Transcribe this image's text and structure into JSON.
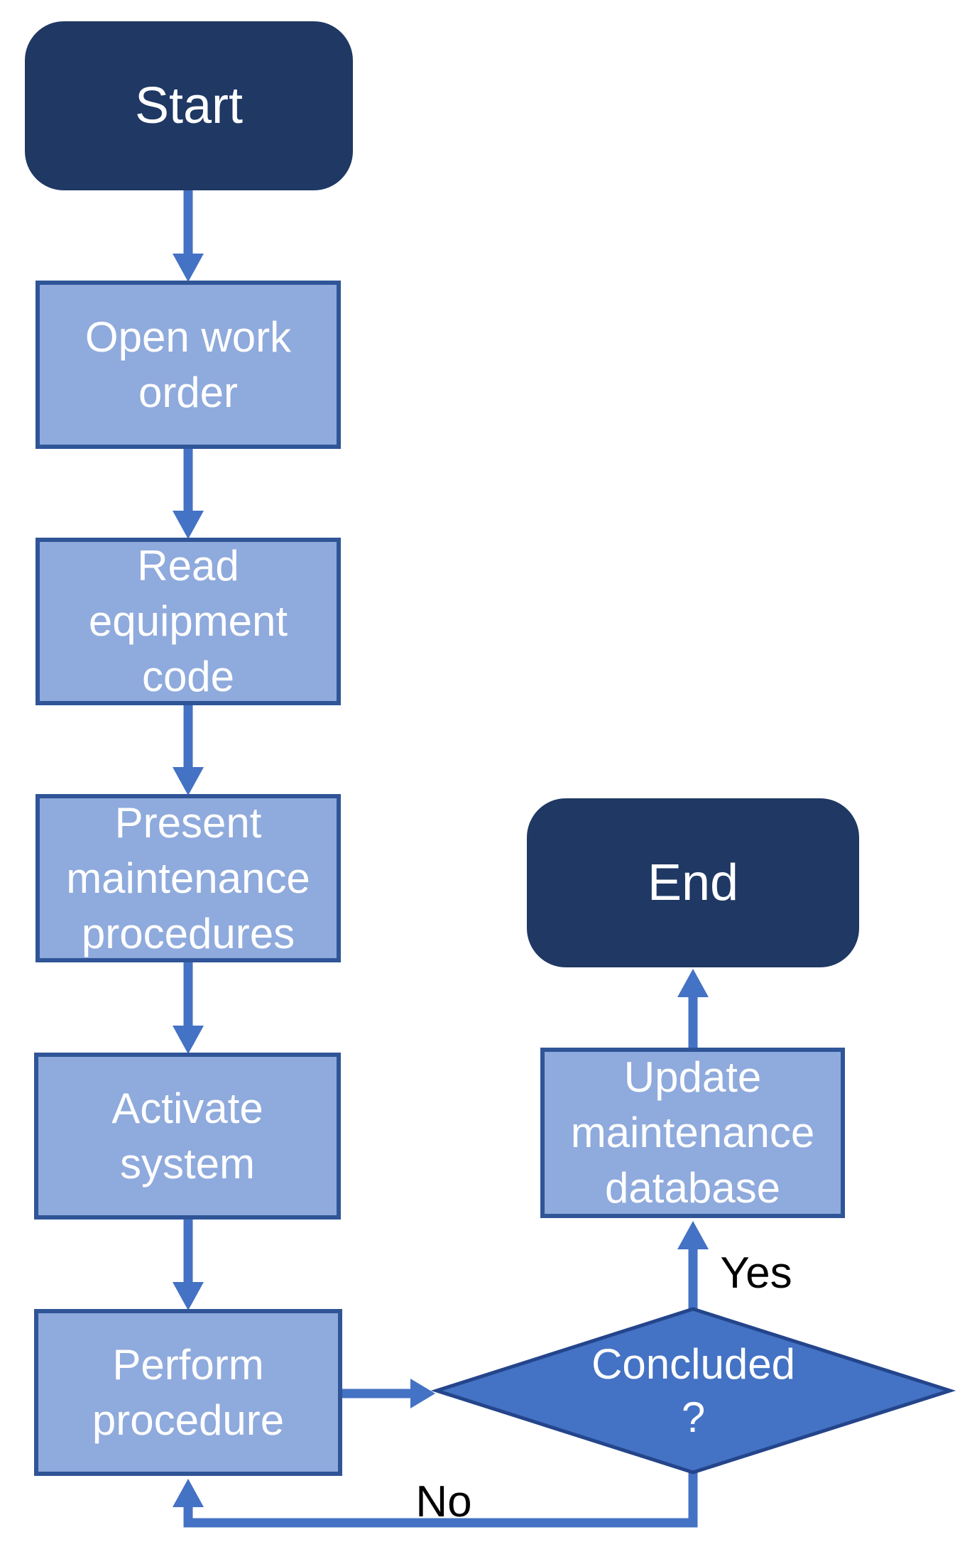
{
  "nodes": {
    "start": {
      "label": "Start",
      "type": "terminal"
    },
    "open_work_order": {
      "label": "Open work\norder",
      "type": "process"
    },
    "read_equipment_code": {
      "label": "Read\nequipment\ncode",
      "type": "process"
    },
    "present_maintenance_procedures": {
      "label": "Present\nmaintenance\nprocedures",
      "type": "process"
    },
    "activate_system": {
      "label": "Activate\nsystem",
      "type": "process"
    },
    "perform_procedure": {
      "label": "Perform\nprocedure",
      "type": "process"
    },
    "concluded": {
      "label": "Concluded\n?",
      "type": "decision"
    },
    "update_maintenance_database": {
      "label": "Update\nmaintenance\ndatabase",
      "type": "process"
    },
    "end": {
      "label": "End",
      "type": "terminal"
    }
  },
  "edge_labels": {
    "yes": "Yes",
    "no": "No"
  },
  "colors": {
    "background": "#FFFFFF",
    "terminal_fill": "#1F3864",
    "terminal_text": "#FFFFFF",
    "process_fill": "#8FAADC",
    "process_border": "#2F5597",
    "process_text": "#FFFFFF",
    "decision_fill": "#4472C4",
    "decision_border": "#24458B",
    "decision_text": "#FFFFFF",
    "arrow": "#4472C4",
    "edge_label_text": "#000000"
  }
}
